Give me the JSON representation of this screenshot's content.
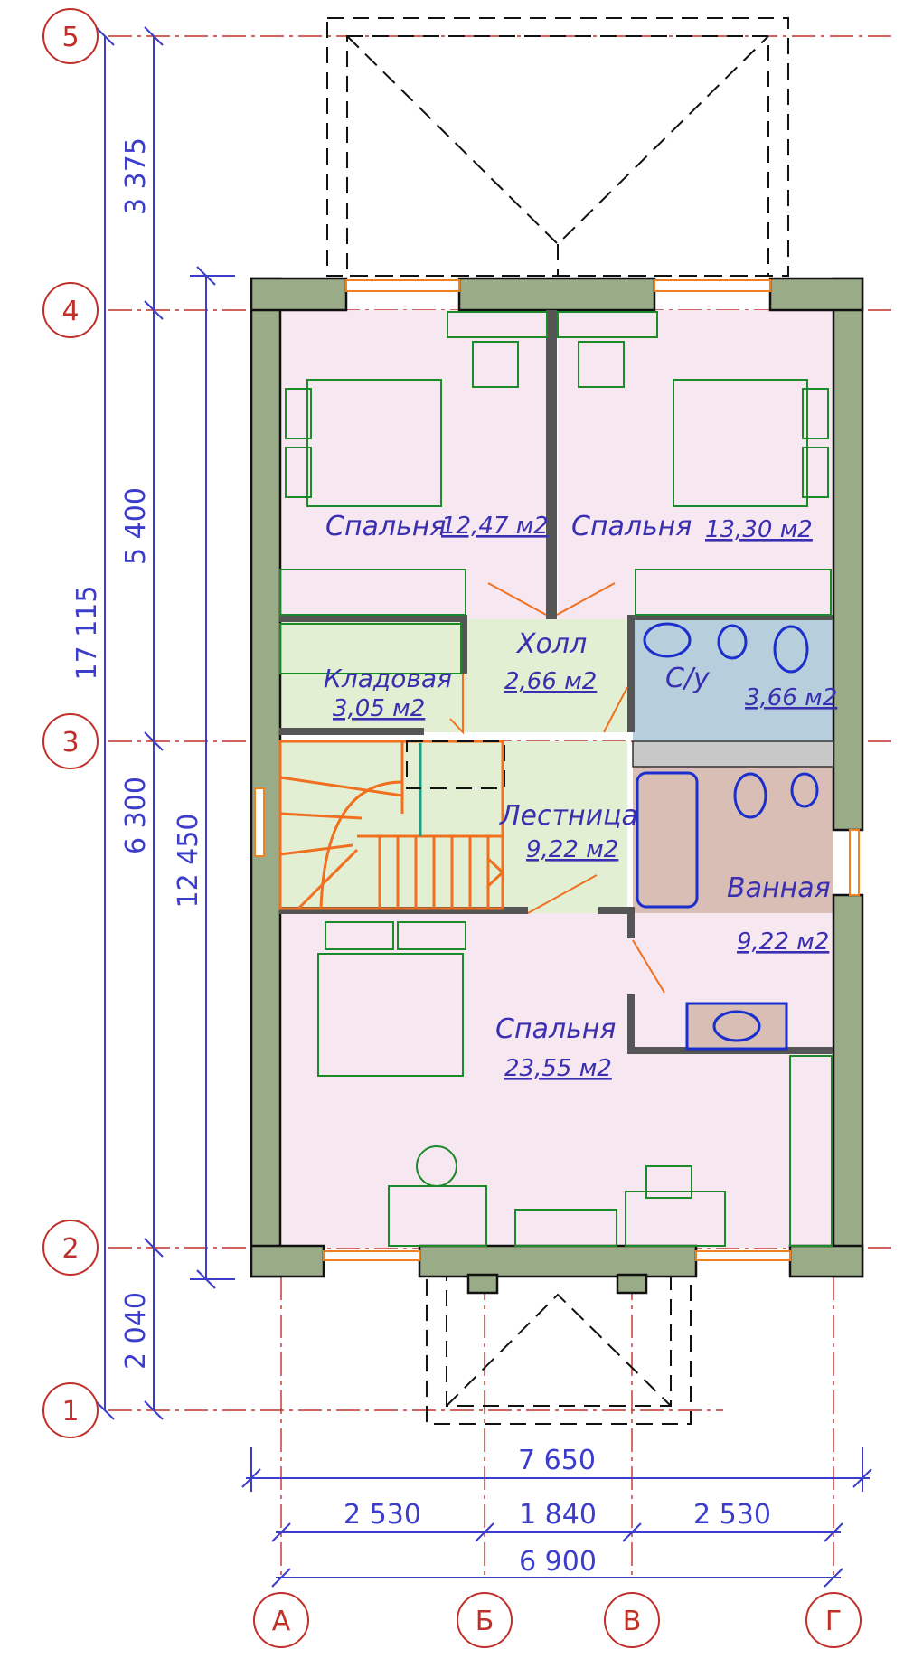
{
  "rooms": [
    {
      "name": "Спальня",
      "area": "12,47 м2"
    },
    {
      "name": "Спальня",
      "area": "13,30 м2"
    },
    {
      "name": "Холл",
      "area": "2,66 м2"
    },
    {
      "name": "Кладовая",
      "area": "3,05 м2"
    },
    {
      "name": "С/у",
      "area": "3,66 м2"
    },
    {
      "name": "Лестница",
      "area": "9,22 м2"
    },
    {
      "name": "Ванная",
      "area": "9,22 м2"
    },
    {
      "name": "Спальня",
      "area": "23,55 м2"
    }
  ],
  "axes": {
    "horizontal": [
      "5",
      "4",
      "3",
      "2",
      "1"
    ],
    "vertical": [
      "А",
      "Б",
      "В",
      "Г"
    ]
  },
  "dimensions": {
    "left_outer": "17 115",
    "left_segments": [
      "3 375",
      "5 400",
      "6 300",
      "2 040"
    ],
    "left_inner": "12 450",
    "bottom_total": "7 650",
    "bottom_segments": [
      "2 530",
      "1 840",
      "2 530"
    ],
    "bottom_axes_total": "6 900"
  },
  "colors": {
    "bedroom_fill": "#f6e7f1",
    "hall_fill": "#e3efd2",
    "bath_fill": "#d9beb6",
    "wc_fill": "#b7cfdc",
    "storage_fill": "#e3efd2",
    "wall_fill": "#9aab88",
    "axis_color": "#c0302a",
    "dimension_color": "#3d3dcc",
    "stair_color": "#f07020",
    "furniture_color": "#1d8a2a"
  }
}
